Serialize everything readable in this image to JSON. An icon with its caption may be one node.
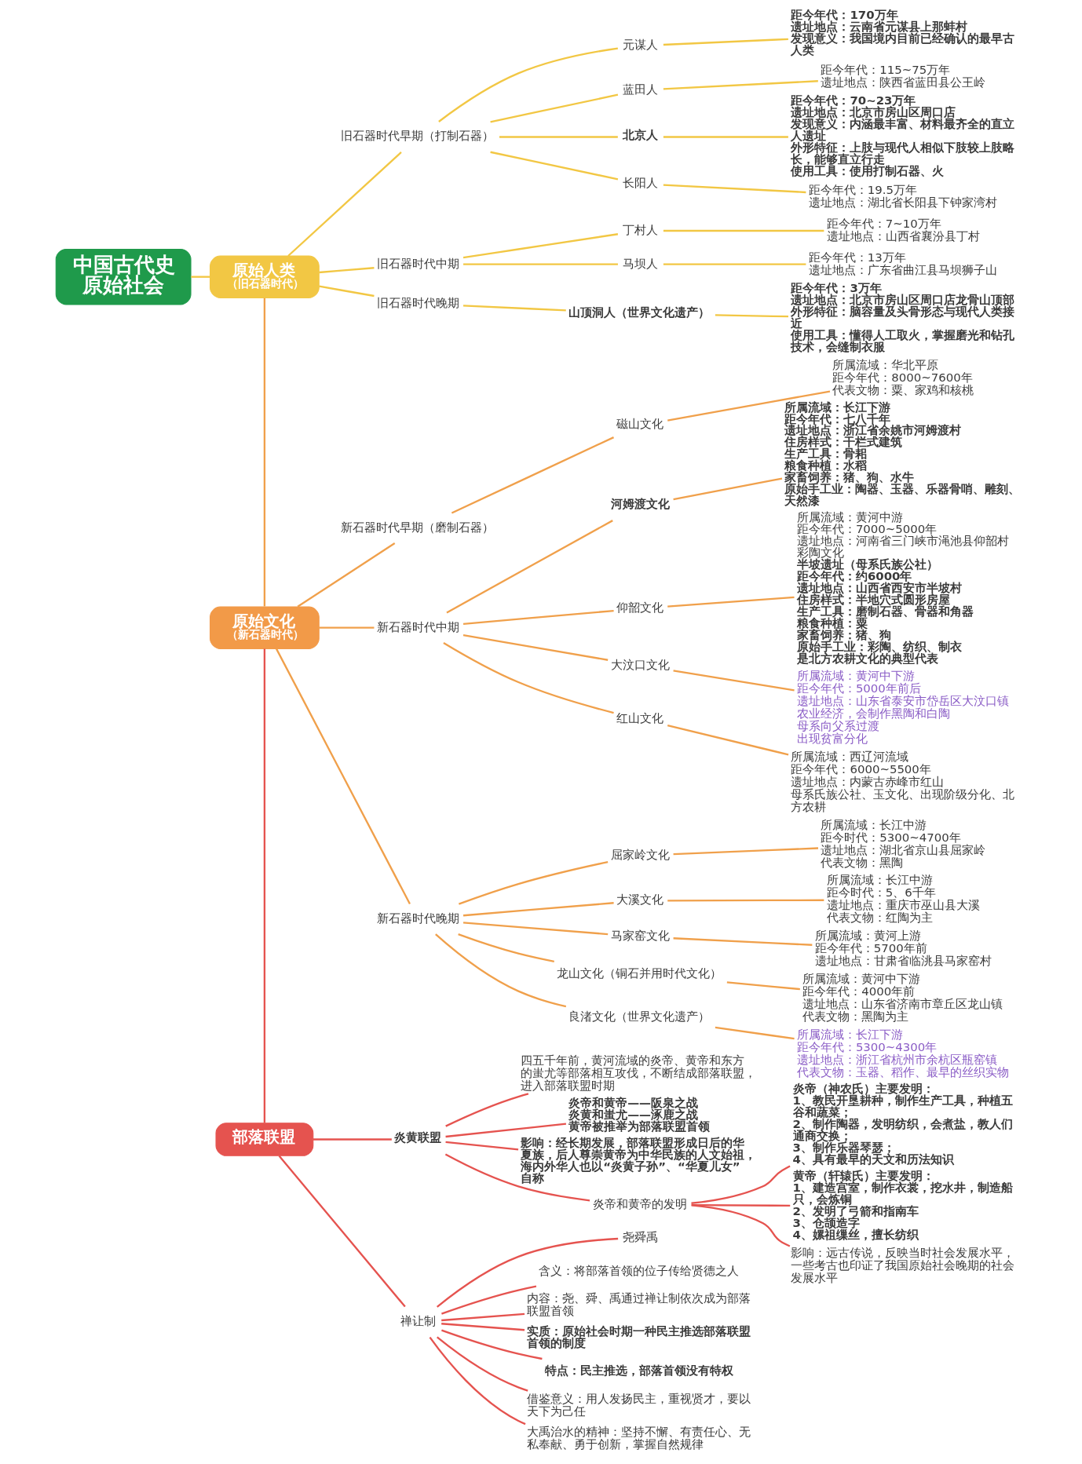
{
  "diagram": {
    "nodes": [
      {
        "text": [
          "中国古代史",
          "原始社会"
        ]
      },
      {
        "text": [
          "原始人类",
          "（旧石器时代）"
        ]
      },
      {
        "text": [
          "原始文化",
          "（新石器时代）"
        ]
      },
      {
        "text": [
          "部落联盟"
        ]
      },
      {
        "text": [
          "旧石器时代早期（打制石器）"
        ]
      },
      {
        "text": [
          "元谋人"
        ]
      },
      {
        "text": [
          "距今年代：170万年",
          "遗址地点：云南省元谋县上那蚌村",
          "发现意义：我国境内目前已经确认的最早古人类"
        ]
      },
      {
        "text": [
          "蓝田人"
        ]
      },
      {
        "text": [
          "距今年代：115~75万年",
          "遗址地点：陕西省蓝田县公王岭"
        ]
      },
      {
        "text": [
          "北京人"
        ]
      },
      {
        "text": [
          "距今年代：70~23万年",
          "遗址地点：北京市房山区周口店",
          "发现意义：内涵最丰富、材料最齐全的直立人遗址",
          "外形特征：上肢与现代人相似下肢较上肢略长，能够直立行走",
          "使用工具：使用打制石器、火"
        ]
      },
      {
        "text": [
          "长阳人"
        ]
      },
      {
        "text": [
          "距今年代：19.5万年",
          "遗址地点：湖北省长阳县下钟家湾村"
        ]
      },
      {
        "text": [
          "旧石器时代中期"
        ]
      },
      {
        "text": [
          "丁村人"
        ]
      },
      {
        "text": [
          "距今年代：7~10万年",
          "遗址地点：山西省襄汾县丁村"
        ]
      },
      {
        "text": [
          "马坝人"
        ]
      },
      {
        "text": [
          "距今年代：13万年",
          "遗址地点：广东省曲江县马坝狮子山"
        ]
      },
      {
        "text": [
          "旧石器时代晚期"
        ]
      },
      {
        "text": [
          "山顶洞人（世界文化遗产）"
        ]
      },
      {
        "text": [
          "距今年代：3万年",
          "遗址地点：北京市房山区周口店龙骨山顶部",
          "外形特征：脑容量及头骨形态与现代人类接近",
          "使用工具：懂得人工取火，掌握磨光和钻孔技术，会缝制衣服"
        ]
      },
      {
        "text": [
          "新石器时代早期（磨制石器）"
        ]
      },
      {
        "text": [
          "磁山文化"
        ]
      },
      {
        "text": [
          "所属流域：华北平原",
          "距今年代：8000~7600年",
          "代表文物：粟、家鸡和核桃"
        ]
      },
      {
        "text": [
          "新石器时代中期"
        ]
      },
      {
        "text": [
          "河姆渡文化"
        ]
      },
      {
        "text": [
          "所属流域：长江下游",
          "距今年代：七八千年",
          "遗址地点：浙江省余姚市河姆渡村",
          "住房样式：干栏式建筑",
          "生产工具：骨耜",
          "粮食种植：水稻",
          "家畜饲养：猪、狗、水牛",
          "原始手工业：陶器、玉器、乐器骨哨、雕刻、天然漆"
        ]
      },
      {
        "text": [
          "仰韶文化"
        ]
      },
      {
        "text": [
          "所属流域：黄河中游",
          "距今年代：7000~5000年",
          "遗址地点：河南省三门峡市渑池县仰韶村",
          "彩陶文化",
          "半坡遗址（母系氏族公社）",
          "距今年代：约6000年",
          "遗址地点：山西省西安市半坡村",
          "住房样式：半地穴式圆形房屋",
          "生产工具：磨制石器、骨器和角器",
          "粮食种植：粟",
          "家畜饲养：猪、狗",
          "原始手工业：彩陶、纺织、制衣",
          "是北方农耕文化的典型代表"
        ]
      },
      {
        "text": [
          "大汶口文化"
        ]
      },
      {
        "text": [
          "所属流域：黄河中下游",
          "距今年代：5000年前后",
          "遗址地点：山东省泰安市岱岳区大汶口镇",
          "农业经济，会制作黑陶和白陶",
          "母系向父系过渡",
          "出现贫富分化"
        ]
      },
      {
        "text": [
          "红山文化"
        ]
      },
      {
        "text": [
          "所属流域：西辽河流域",
          "距今年代：6000~5500年",
          "遗址地点：内蒙古赤峰市红山",
          "母系氏族公社、玉文化、出现阶级分化、北方农耕"
        ]
      },
      {
        "text": [
          "新石器时代晚期"
        ]
      },
      {
        "text": [
          "屈家岭文化"
        ]
      },
      {
        "text": [
          "所属流域：长江中游",
          "距今时代：5300~4700年",
          "遗址地点：湖北省京山县屈家岭",
          "代表文物：黑陶"
        ]
      },
      {
        "text": [
          "大溪文化"
        ]
      },
      {
        "text": [
          "所属流域：长江中游",
          "距今时代：5、6千年",
          "遗址地点：重庆市巫山县大溪",
          "代表文物：红陶为主"
        ]
      },
      {
        "text": [
          "马家窑文化"
        ]
      },
      {
        "text": [
          "所属流域：黄河上游",
          "距今年代：5700年前",
          "遗址地点：甘肃省临洮县马家窑村"
        ]
      },
      {
        "text": [
          "龙山文化（铜石并用时代文化）"
        ]
      },
      {
        "text": [
          "所属流域：黄河中下游",
          "距今年代：4000年前",
          "遗址地点：山东省济南市章丘区龙山镇",
          "代表文物：黑陶为主"
        ]
      },
      {
        "text": [
          "良渚文化（世界文化遗产）"
        ]
      },
      {
        "text": [
          "所属流域：长江下游",
          "距今年代：5300~4300年",
          "遗址地点：浙江省杭州市余杭区瓶窑镇",
          "代表文物：玉器、稻作、最早的丝织实物"
        ]
      },
      {
        "text": [
          "炎黄联盟"
        ]
      },
      {
        "text": [
          "四五千年前，黄河流域的炎帝、黄帝和东方的蚩尤等部落相互攻伐，不断结成部落联盟，进入部落联盟时期"
        ]
      },
      {
        "text": [
          "炎帝和黄帝——阪泉之战",
          "炎黄和蚩尤——涿鹿之战",
          "黄帝被推举为部落联盟首领"
        ]
      },
      {
        "text": [
          "影响：经长期发展，部落联盟形成日后的华夏族，后人尊崇黄帝为中华民族的人文始祖，海内外华人也以“炎黄子孙”、“华夏儿女”自称"
        ]
      },
      {
        "text": [
          "炎帝和黄帝的发明"
        ]
      },
      {
        "text": [
          "炎帝（神农氏）主要发明：",
          "1、教民开垦耕种，制作生产工具，种植五谷和蔬菜；",
          "2、制作陶器，发明纺织，会煮盐，教人们通商交换；",
          "3、制作乐器琴瑟；",
          "4、具有最早的天文和历法知识"
        ]
      },
      {
        "text": [
          "黄帝（轩辕氏）主要发明：",
          "1、建造宫室，制作衣裳，挖水井，制造船只，会炼铜",
          "2、发明了弓箭和指南车",
          "3、仓颉造字",
          "4、嫘祖缫丝，擅长纺织"
        ]
      },
      {
        "text": [
          "影响：远古传说，反映当时社会发展水平，一些考古也印证了我国原始社会晚期的社会发展水平"
        ]
      },
      {
        "text": [
          "禅让制"
        ]
      },
      {
        "text": [
          "尧舜禹"
        ]
      },
      {
        "text": [
          "含义：将部落首领的位子传给贤德之人"
        ]
      },
      {
        "text": [
          "内容：尧、舜、禹通过禅让制依次成为部落联盟首领"
        ]
      },
      {
        "text": [
          "实质：原始社会时期一种民主推选部落联盟首领的制度"
        ]
      },
      {
        "text": [
          "特点：民主推选，部落首领没有特权"
        ]
      },
      {
        "text": [
          "借鉴意义：用人发扬民主，重视贤才，要以天下为己任"
        ]
      },
      {
        "text": [
          "大禹治水的精神：坚持不懈、有责任心、无私奉献、勇于创新，掌握自然规律"
        ]
      }
    ],
    "edges": [
      {
        "from": 0,
        "to": 1,
        "arrow": "none",
        "color": "#f2c744"
      },
      {
        "from": 1,
        "to": 2,
        "arrow": "none"
      },
      {
        "from": 2,
        "to": 3,
        "arrow": "none",
        "color": "#e5534f"
      },
      {
        "from": 1,
        "to": 4,
        "arrow": "none",
        "color": "#f2c744"
      },
      {
        "from": 4,
        "to": 5,
        "arrow": "none",
        "color": "#f2c744"
      },
      {
        "from": 5,
        "to": 6,
        "arrow": "none",
        "color": "#f2c744"
      },
      {
        "from": 4,
        "to": 7,
        "arrow": "none",
        "color": "#f2c744"
      },
      {
        "from": 7,
        "to": 8,
        "arrow": "none",
        "color": "#f2c744"
      },
      {
        "from": 4,
        "to": 9,
        "arrow": "none",
        "color": "#f2c744"
      },
      {
        "from": 9,
        "to": 10,
        "arrow": "none",
        "color": "#f2c744"
      },
      {
        "from": 4,
        "to": 11,
        "arrow": "none",
        "color": "#f2c744"
      },
      {
        "from": 11,
        "to": 12,
        "arrow": "none",
        "color": "#f2c744"
      },
      {
        "from": 1,
        "to": 13,
        "arrow": "none",
        "color": "#f2c744"
      },
      {
        "from": 13,
        "to": 14,
        "arrow": "none",
        "color": "#f2c744"
      },
      {
        "from": 14,
        "to": 15,
        "arrow": "none",
        "color": "#f2c744"
      },
      {
        "from": 13,
        "to": 16,
        "arrow": "none",
        "color": "#f2c744"
      },
      {
        "from": 16,
        "to": 17,
        "arrow": "none",
        "color": "#f2c744"
      },
      {
        "from": 1,
        "to": 18,
        "arrow": "none",
        "color": "#f2c744"
      },
      {
        "from": 18,
        "to": 19,
        "arrow": "none",
        "color": "#f2c744"
      },
      {
        "from": 19,
        "to": 20,
        "arrow": "none",
        "color": "#f2c744"
      },
      {
        "from": 2,
        "to": 21,
        "arrow": "none"
      },
      {
        "from": 21,
        "to": 22,
        "arrow": "none"
      },
      {
        "from": 22,
        "to": 23,
        "arrow": "none"
      },
      {
        "from": 2,
        "to": 24,
        "arrow": "none"
      },
      {
        "from": 24,
        "to": 25,
        "arrow": "none"
      },
      {
        "from": 25,
        "to": 26,
        "arrow": "none"
      },
      {
        "from": 24,
        "to": 27,
        "arrow": "none"
      },
      {
        "from": 27,
        "to": 28,
        "arrow": "none"
      },
      {
        "from": 24,
        "to": 29,
        "arrow": "none"
      },
      {
        "from": 29,
        "to": 30,
        "arrow": "none"
      },
      {
        "from": 24,
        "to": 31,
        "arrow": "none"
      },
      {
        "from": 31,
        "to": 32,
        "arrow": "none"
      },
      {
        "from": 2,
        "to": 33,
        "arrow": "none"
      },
      {
        "from": 33,
        "to": 34,
        "arrow": "none"
      },
      {
        "from": 34,
        "to": 35,
        "arrow": "none"
      },
      {
        "from": 33,
        "to": 36,
        "arrow": "none"
      },
      {
        "from": 36,
        "to": 37,
        "arrow": "none"
      },
      {
        "from": 33,
        "to": 38,
        "arrow": "none"
      },
      {
        "from": 38,
        "to": 39,
        "arrow": "none"
      },
      {
        "from": 33,
        "to": 40,
        "arrow": "none"
      },
      {
        "from": 40,
        "to": 41,
        "arrow": "none"
      },
      {
        "from": 33,
        "to": 42,
        "arrow": "none"
      },
      {
        "from": 42,
        "to": 43,
        "arrow": "none"
      },
      {
        "from": 3,
        "to": 44,
        "arrow": "none",
        "color": "#e5534f"
      },
      {
        "from": 44,
        "to": 45,
        "arrow": "none",
        "color": "#e5534f"
      },
      {
        "from": 44,
        "to": 46,
        "arrow": "none",
        "color": "#e5534f"
      },
      {
        "from": 44,
        "to": 47,
        "arrow": "none",
        "color": "#e5534f"
      },
      {
        "from": 44,
        "to": 48,
        "arrow": "none",
        "color": "#e5534f"
      },
      {
        "from": 48,
        "to": 49,
        "arrow": "none",
        "color": "#e5534f"
      },
      {
        "from": 48,
        "to": 50,
        "arrow": "none",
        "color": "#e5534f"
      },
      {
        "from": 48,
        "to": 51,
        "arrow": "none",
        "color": "#e5534f"
      },
      {
        "from": 3,
        "to": 52,
        "arrow": "none",
        "color": "#e5534f"
      },
      {
        "from": 52,
        "to": 53,
        "arrow": "none",
        "color": "#e5534f"
      },
      {
        "from": 52,
        "to": 54,
        "arrow": "none",
        "color": "#e5534f"
      },
      {
        "from": 52,
        "to": 55,
        "arrow": "none",
        "color": "#e5534f"
      },
      {
        "from": 52,
        "to": 56,
        "arrow": "none",
        "color": "#e5534f"
      },
      {
        "from": 52,
        "to": 57,
        "arrow": "none",
        "color": "#e5534f"
      },
      {
        "from": 52,
        "to": 58,
        "arrow": "none",
        "color": "#e5534f"
      },
      {
        "from": 52,
        "to": 59,
        "arrow": "none",
        "color": "#e5534f"
      }
    ]
  }
}
